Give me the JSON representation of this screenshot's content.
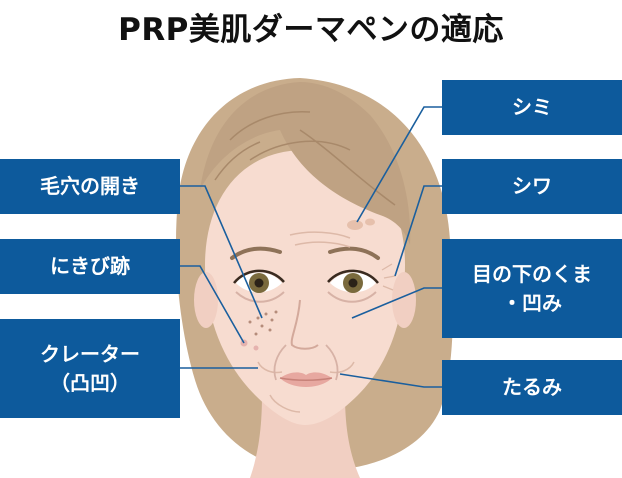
{
  "title": "PRP美肌ダーマペンの適応",
  "labels": {
    "pores": "毛穴の開き",
    "acne": "にきび跡",
    "crater": "クレーター\n（凸凹）",
    "spots": "シミ",
    "wrinkles": "シワ",
    "dark_circles": "目の下のくま\n・凹み",
    "sagging": "たるみ"
  },
  "colors": {
    "label_bg": "#0d5a9c",
    "label_text": "#ffffff",
    "hair": "#c9ad8c",
    "skin": "#f7dcd0",
    "line": "#1a5f9e"
  }
}
